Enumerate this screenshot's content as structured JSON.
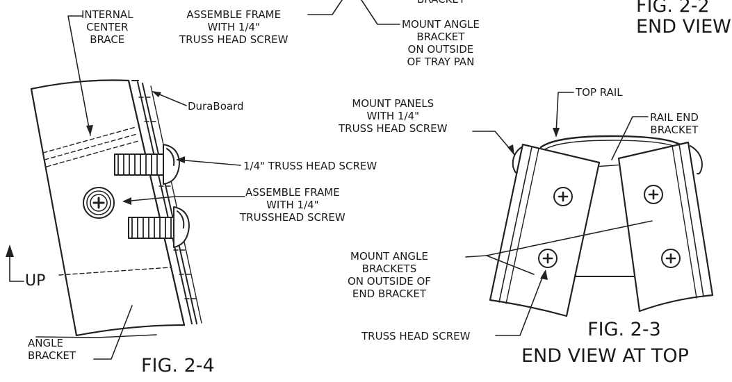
{
  "labels": {
    "internal_center_brace": [
      "INTERNAL",
      "CENTER",
      "BRACE"
    ],
    "assemble_frame_top": [
      "ASSEMBLE FRAME",
      "WITH 1/4\"",
      "TRUSS HEAD SCREW"
    ],
    "bracket_partial": "BRACKET",
    "mount_angle_bracket_top": [
      "MOUNT ANGLE",
      "BRACKET",
      "ON OUTSIDE",
      "OF TRAY PAN"
    ],
    "duraboard": "DuraBoard",
    "truss_head_screw_quarter": "1/4\" TRUSS HEAD SCREW",
    "assemble_frame_mid": [
      "ASSEMBLE FRAME",
      "WITH 1/4\"",
      "TRUSSHEAD  SCREW"
    ],
    "up": "UP",
    "angle_bracket": [
      "ANGLE",
      "BRACKET"
    ],
    "mount_panels": [
      "MOUNT PANELS",
      "WITH 1/4\"",
      "TRUSS HEAD SCREW"
    ],
    "top_rail": "TOP RAIL",
    "rail_end_bracket": [
      "RAIL END",
      "BRACKET"
    ],
    "mount_angle_brackets": [
      "MOUNT ANGLE",
      "BRACKETS",
      "ON OUTSIDE OF",
      "END BRACKET"
    ],
    "truss_head_screw": "TRUSS HEAD SCREW"
  },
  "figures": {
    "fig_2_2": [
      "FIG. 2-2",
      "END VIEW"
    ],
    "fig_2_3": [
      "FIG. 2-3",
      "END VIEW AT TOP"
    ],
    "fig_2_4": "FIG. 2-4"
  }
}
